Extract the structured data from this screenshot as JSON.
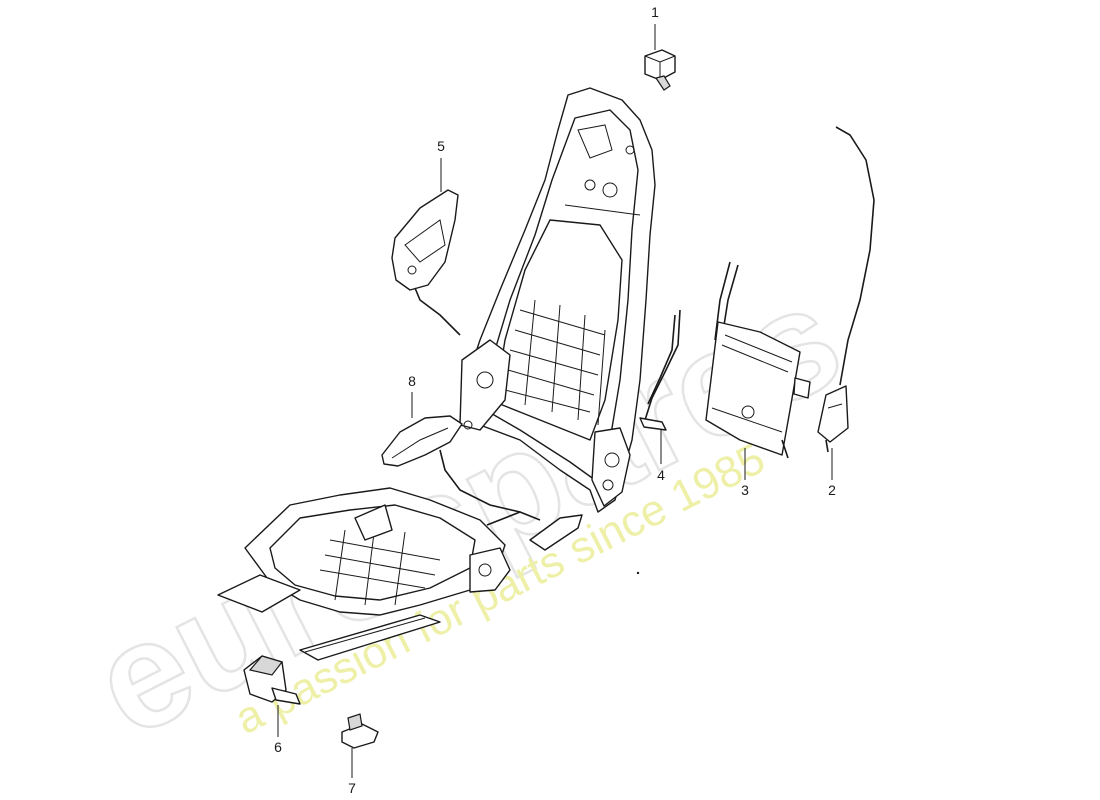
{
  "watermark": {
    "brand": "eurospares",
    "tagline": "a passion for parts since 1985"
  },
  "callouts": {
    "p1": "1",
    "p2": "2",
    "p3": "3",
    "p4": "4",
    "p5": "5",
    "p6": "6",
    "p7": "7",
    "p8": "8"
  },
  "colors": {
    "line": "#1a1a1a",
    "background": "#ffffff",
    "watermark_grey": "#e4e4e4",
    "watermark_yellow": "#eef0a8"
  }
}
